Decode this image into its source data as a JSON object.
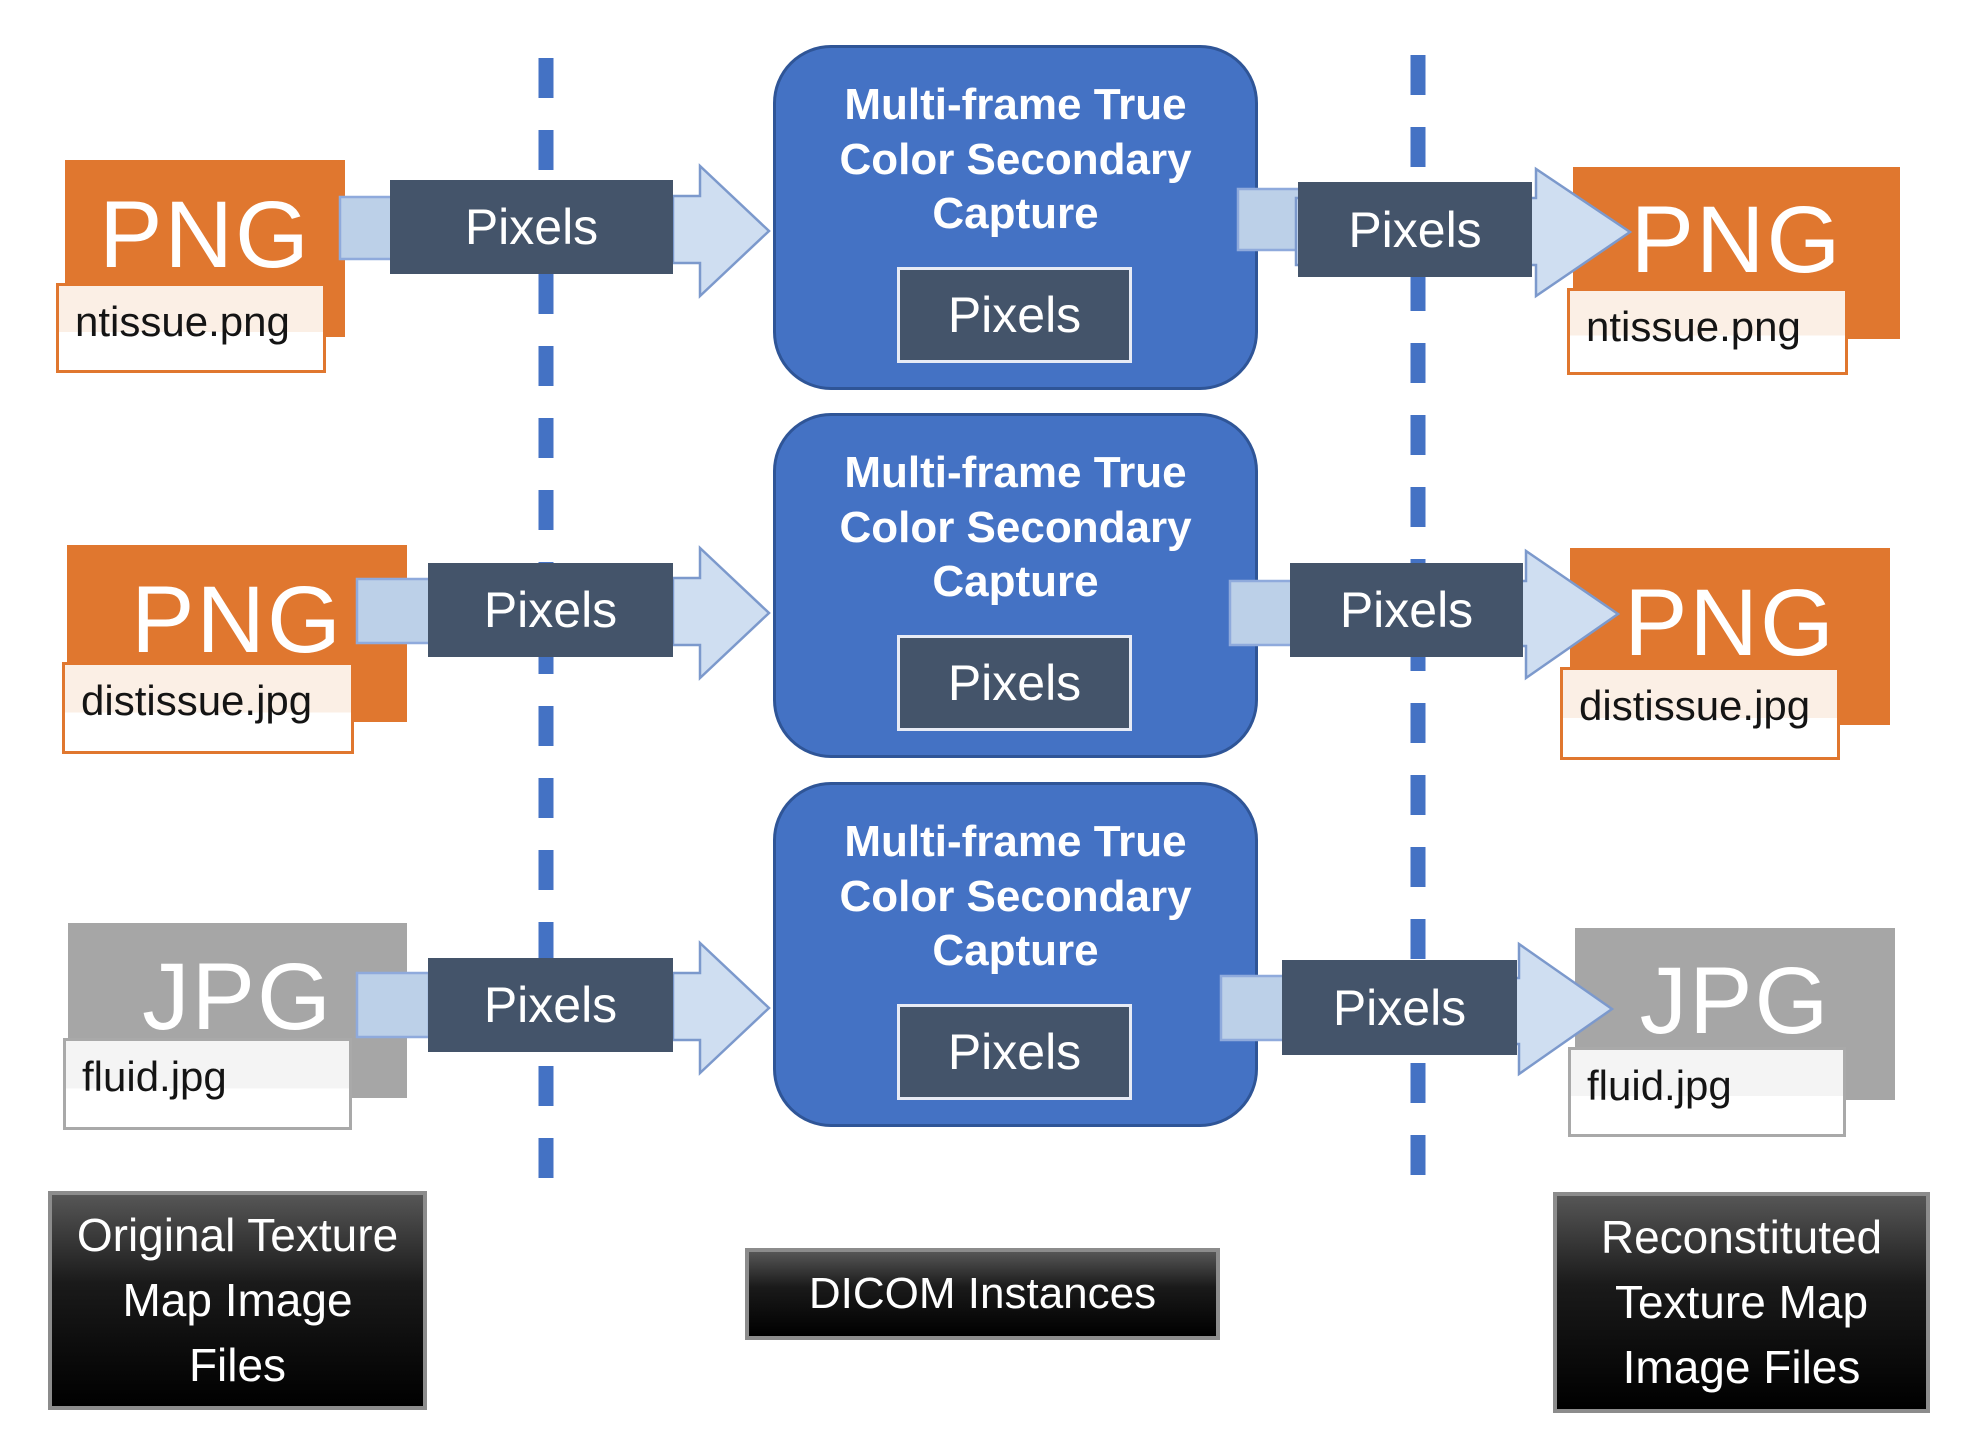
{
  "diagram": {
    "type": "flow-diagram",
    "pixels_label": "Pixels",
    "dicom_box_title": "Multi-frame True Color Secondary Capture",
    "rows": [
      {
        "format": "PNG",
        "filename": "ntissue.png"
      },
      {
        "format": "PNG",
        "filename": "distissue.jpg"
      },
      {
        "format": "JPG",
        "filename": "fluid.jpg"
      }
    ],
    "footer": {
      "left": "Original Texture Map Image Files",
      "middle": "DICOM Instances",
      "right": "Reconstituted Texture Map Image Files"
    },
    "colors": {
      "png_box": "#E0772F",
      "jpg_box": "#A6A6A6",
      "pixels_box": "#44546A",
      "dicom_box": "#4472C4",
      "dicom_box_border": "#2F5597",
      "arrow_fill": "#CFDEF1",
      "arrow_stroke": "#7C99CC",
      "dashed_line": "#4472C4",
      "footer_box": "#000000"
    }
  }
}
